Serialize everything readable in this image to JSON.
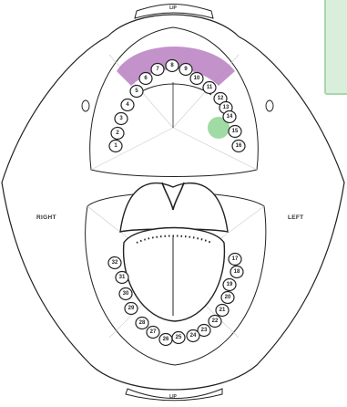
{
  "labels": {
    "lip_top": "LIP",
    "lip_bottom": "LIP",
    "right": "RIGHT",
    "left": "LEFT"
  },
  "teeth": {
    "upper": [
      "1",
      "2",
      "3",
      "4",
      "5",
      "6",
      "7",
      "8",
      "9",
      "10",
      "11",
      "12",
      "13",
      "14",
      "15",
      "16"
    ],
    "lower": [
      "17",
      "18",
      "19",
      "20",
      "21",
      "22",
      "23",
      "24",
      "25",
      "26",
      "27",
      "28",
      "29",
      "30",
      "31",
      "32"
    ]
  },
  "highlights": {
    "upper_front_color": "#b97fc2",
    "tooth_14_color": "#8fd394",
    "legend_color": "#d9eedb"
  }
}
